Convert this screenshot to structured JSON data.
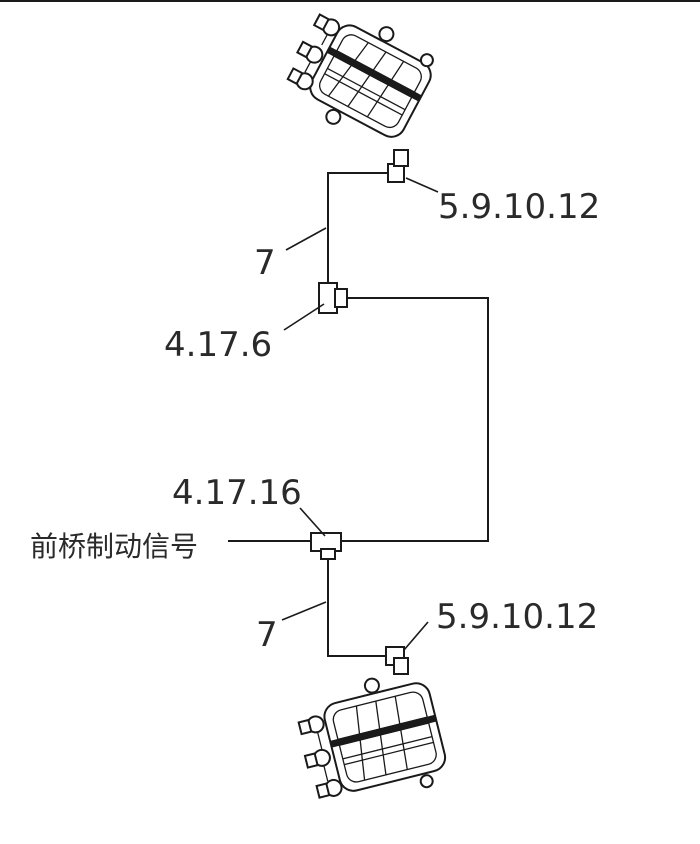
{
  "labels": {
    "upper_fitting": "5.9.10.12",
    "upper_pipe": "7",
    "elbow": "4.17.6",
    "tee": "4.17.16",
    "signal_input": "前桥制动信号",
    "lower_pipe": "7",
    "lower_fitting": "5.9.10.12"
  }
}
